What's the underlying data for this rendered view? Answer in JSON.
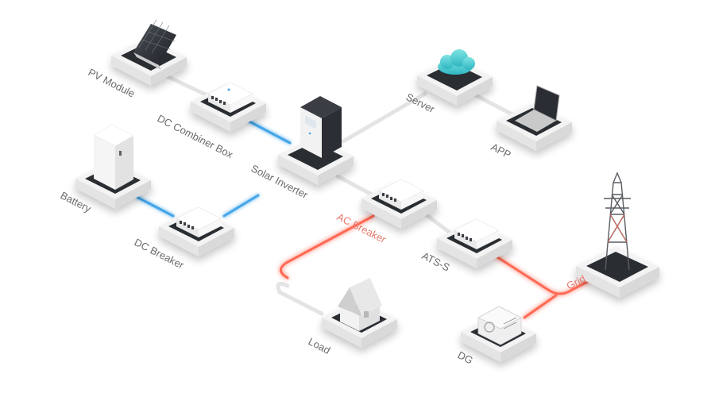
{
  "nodes": {
    "pv_module": "PV Module",
    "dc_combiner_box": "DC Combiner Box",
    "solar_inverter": "Solar Inverter",
    "server": "Server",
    "app": "APP",
    "battery": "Battery",
    "dc_breaker": "DC Breaker",
    "ac_breaker": "AC Breaker",
    "ats_s": "ATS-S",
    "grid": "Grid",
    "load": "Load",
    "dg": "DG"
  },
  "colors": {
    "dc_link": "#45a6e8",
    "ac_link": "#ff6a55",
    "data_link": "#e8e8e8",
    "cloud": "#4ed0d0",
    "pad_top": "#2a2d33",
    "pad_body": "#f4f4f4"
  },
  "icons": {
    "pv_module": "solar-panel-icon",
    "server": "cloud-icon",
    "app": "laptop-icon",
    "battery": "battery-cabinet-icon",
    "solar_inverter": "inverter-icon",
    "grid": "transmission-tower-icon",
    "load": "house-icon",
    "dg": "generator-icon"
  }
}
